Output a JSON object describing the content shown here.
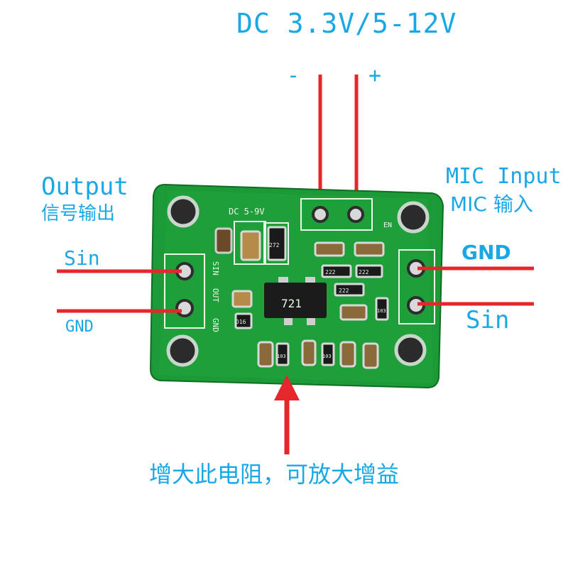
{
  "labels": {
    "power_title": "DC 3.3V/5-12V",
    "power_minus": "-",
    "power_plus": "+",
    "output_title": "Output",
    "output_subtitle": "信号输出",
    "output_sin": "Sin",
    "output_gnd": "GND",
    "mic_title": "MIC Input",
    "mic_subtitle": "MIC 输入",
    "mic_gnd": "GND",
    "mic_sin": "Sin",
    "bottom_note": "增大此电阻，可放大增益"
  },
  "silkscreen": {
    "power": "DC 5-9V",
    "sin": "SIN",
    "out": "OUT",
    "gnd": "GND",
    "chip": "721",
    "r1": "272",
    "r2": "222",
    "r3": "222",
    "r4": "222",
    "r5": "103",
    "r6": "103",
    "r7": "103",
    "c1": "D16",
    "c2": "EN"
  },
  "colors": {
    "label": "#1aa7e6",
    "wire": "#e5262b",
    "pcb": "#1e9e3a",
    "silk": "#e8f7e8"
  }
}
